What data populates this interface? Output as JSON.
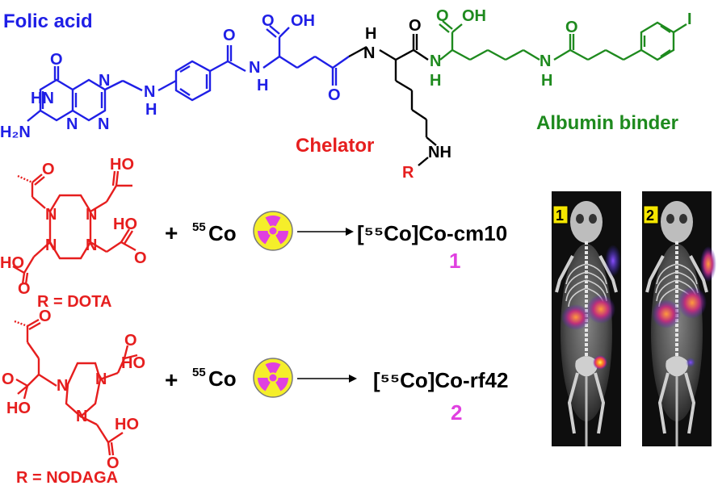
{
  "colors": {
    "folic": "#1f1fe6",
    "chelator": "#e61e1e",
    "albumin": "#1e8a1e",
    "linker": "#000000",
    "compound_number": "#e040e0",
    "radiation_disc": "#f5ee2a",
    "radiation_symbol": "#e040e0",
    "badge": "#f5e600"
  },
  "segments": {
    "folic_acid": "Folic acid",
    "chelator": "Chelator",
    "albumin_binder": "Albumin binder"
  },
  "atoms": {
    "O": "O",
    "OH": "OH",
    "HO": "HO",
    "N": "N",
    "H": "H",
    "NH": "NH",
    "HN": "HN",
    "H2N": "H₂N",
    "R": "R",
    "I": "I"
  },
  "reactions": [
    {
      "plus": "+",
      "isotope_mass": "55",
      "isotope_symbol": "Co",
      "arrow": "⟶",
      "product": "[⁵⁵Co]Co-cm10",
      "product_number": "1",
      "r_label": "R = DOTA",
      "icon": "radiation-icon"
    },
    {
      "plus": "+",
      "isotope_mass": "55",
      "isotope_symbol": "Co",
      "arrow": "⟶",
      "product": "[⁵⁵Co]Co-rf42",
      "product_number": "2",
      "r_label": "R = NODAGA",
      "icon": "radiation-icon"
    }
  ],
  "images": [
    {
      "badge": "1",
      "description_icon": "pet-ct-scan"
    },
    {
      "badge": "2",
      "description_icon": "pet-ct-scan"
    }
  ]
}
